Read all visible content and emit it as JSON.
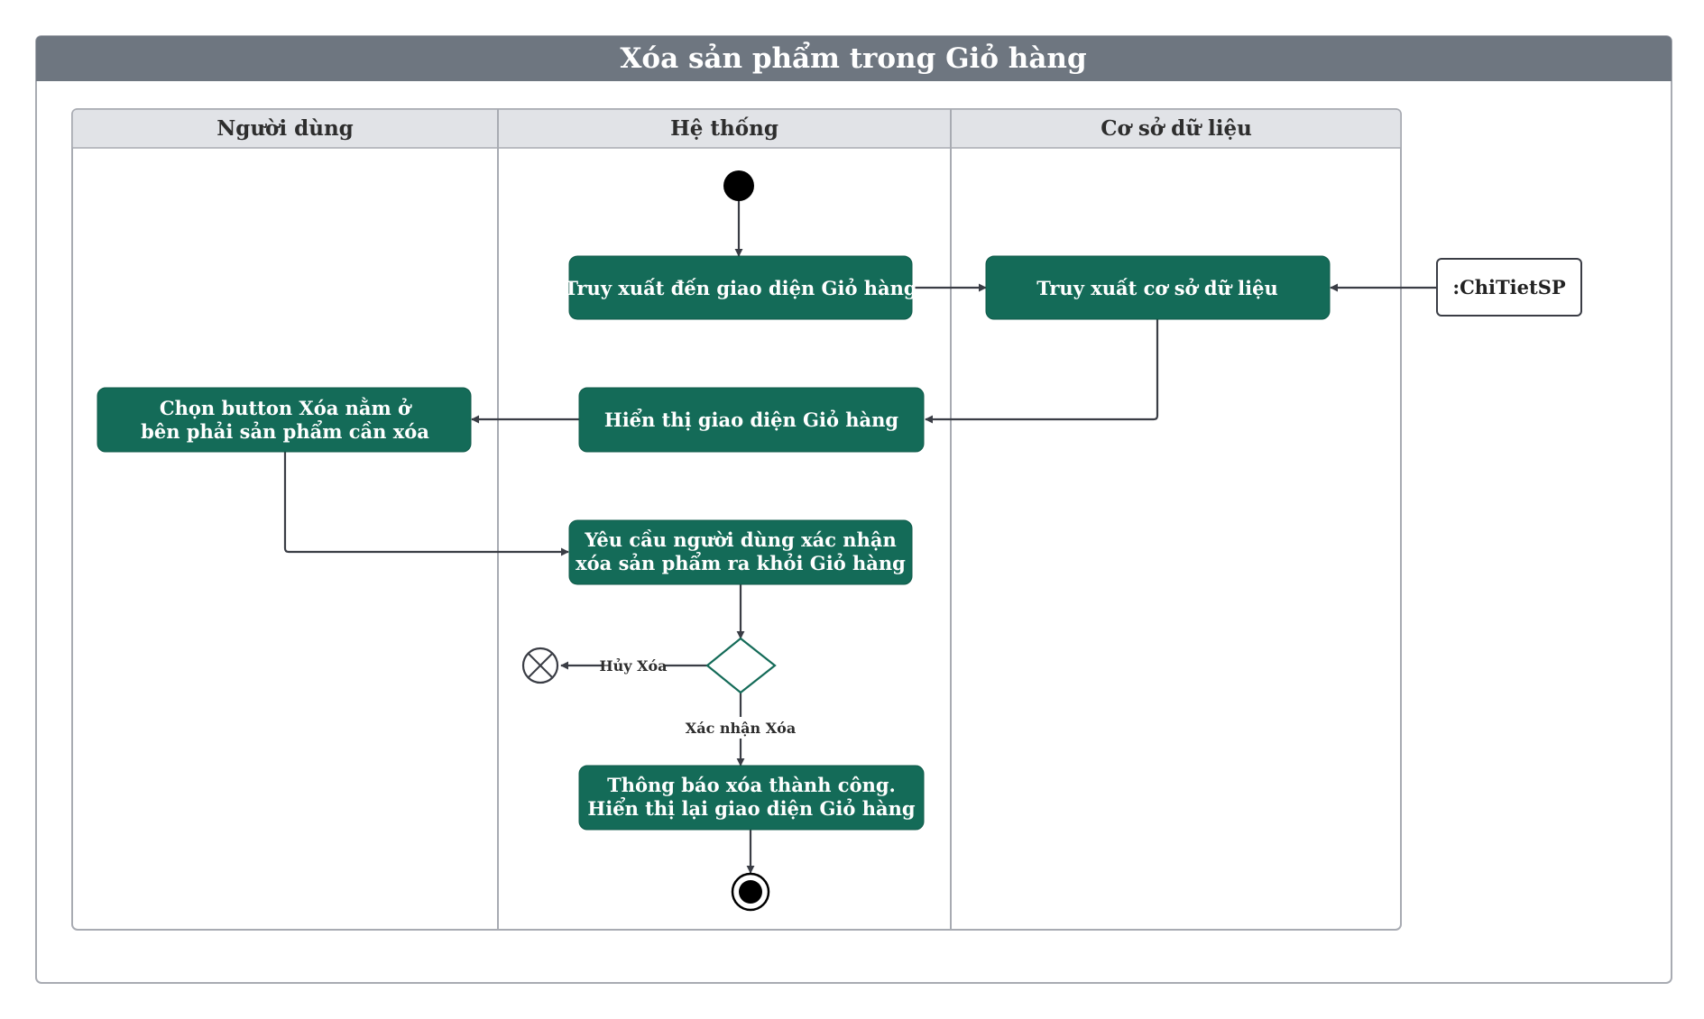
{
  "diagram": {
    "title": "Xóa sản phẩm trong Giỏ hàng",
    "lanes": [
      "Người dùng",
      "Hệ thống",
      "Cơ sở dữ liệu"
    ],
    "activities": {
      "retrieve_cart_ui": [
        "Truy xuất đến giao diện Giỏ hàng"
      ],
      "retrieve_db": [
        "Truy xuất cơ sở dữ liệu"
      ],
      "choose_delete": [
        "Chọn button Xóa nằm ở",
        "bên phải sản phẩm cần xóa"
      ],
      "show_cart_ui": [
        "Hiển thị giao diện Giỏ hàng"
      ],
      "confirm_request": [
        "Yêu cầu người dùng xác nhận",
        "xóa sản phẩm ra khỏi Giỏ hàng"
      ],
      "notify_success": [
        "Thông báo xóa thành công.",
        "Hiển thị lại giao diện Giỏ hàng"
      ]
    },
    "object_node": ":ChiTietSP",
    "guards": {
      "cancel": "Hủy Xóa",
      "confirm": "Xác nhận Xóa"
    }
  }
}
